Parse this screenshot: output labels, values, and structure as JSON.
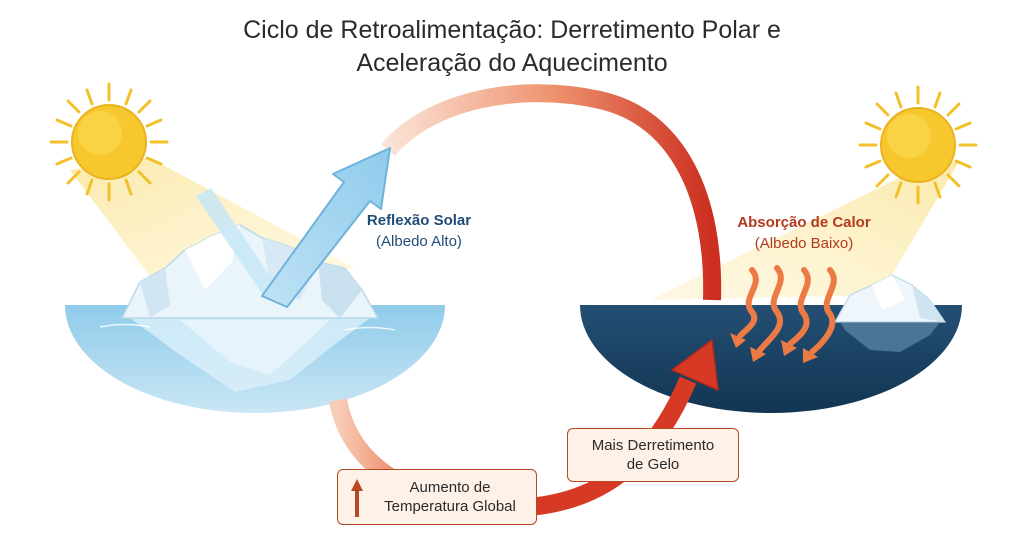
{
  "title_line1": "Ciclo de Retroalimentação: Derretimento Polar e",
  "title_line2": "Aceleração do Aquecimento",
  "reflection": {
    "title": "Reflexão Solar",
    "subtitle": "(Albedo Alto)"
  },
  "absorption": {
    "title": "Absorção de Calor",
    "subtitle": "(Albedo Baixo)"
  },
  "temperature_box": {
    "line1": "Aumento de",
    "line2": "Temperatura Global",
    "icon": "up-arrow-icon"
  },
  "melting_box": {
    "line1": "Mais Derretimento",
    "line2": "de Gelo"
  },
  "colors": {
    "sun": "#f7c82e",
    "ocean_light": "#9ed3ee",
    "ocean_dark": "#1d4a6e",
    "ice": "#eaf4fb",
    "reflection_arrow": "#9fd2ee",
    "cycle_arrow": "#d63a25",
    "heat_arrow": "#ee7b46",
    "text_blue": "#1f4d78",
    "text_red": "#b23a1e"
  }
}
